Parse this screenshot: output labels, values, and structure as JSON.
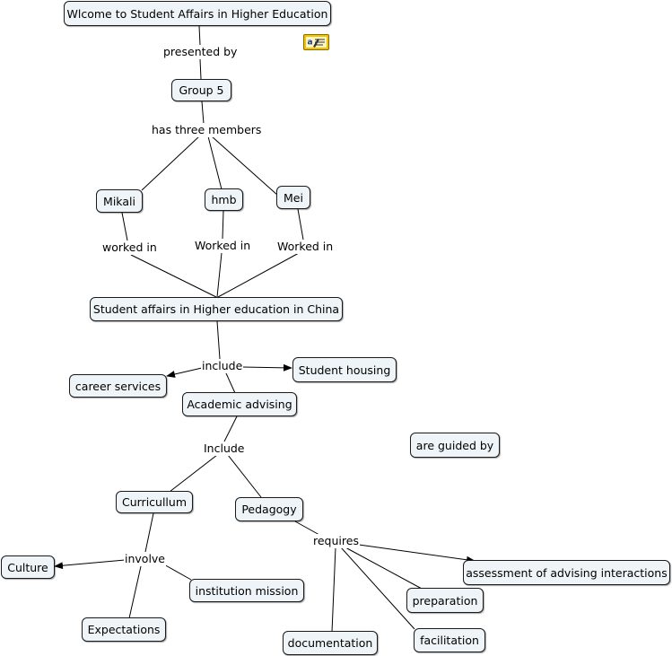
{
  "nodes": {
    "welcome": "Wlcome to Student Affairs in Higher Education",
    "group5": "Group 5",
    "mikali": "Mikali",
    "hmb": "hmb",
    "mei": "Mei",
    "china": "Student affairs in Higher education in China",
    "career": "career services",
    "housing": "Student housing",
    "advising": "Academic advising",
    "guided": "are guided by",
    "curriculum": "Curricullum",
    "pedagogy": "Pedagogy",
    "culture": "Culture",
    "mission": "institution mission",
    "expectations": "Expectations",
    "assessment": "assessment of advising interactions",
    "preparation": "preparation",
    "documentation": "documentation",
    "facilitation": "facilitation"
  },
  "links": {
    "presented_by": "presented by",
    "has_three_members": "has three members",
    "mikali_worked": "worked in",
    "hmb_worked": "Worked in",
    "mei_worked": "Worked in",
    "include": "include",
    "include2": "Include",
    "involve": "involve",
    "requires": "requires"
  },
  "icons": {
    "note": "annotation-note-icon"
  },
  "colors": {
    "node_fill": "#eef4f7",
    "node_border": "#1a1a1a",
    "line": "#000000",
    "note": "#f2c200"
  }
}
